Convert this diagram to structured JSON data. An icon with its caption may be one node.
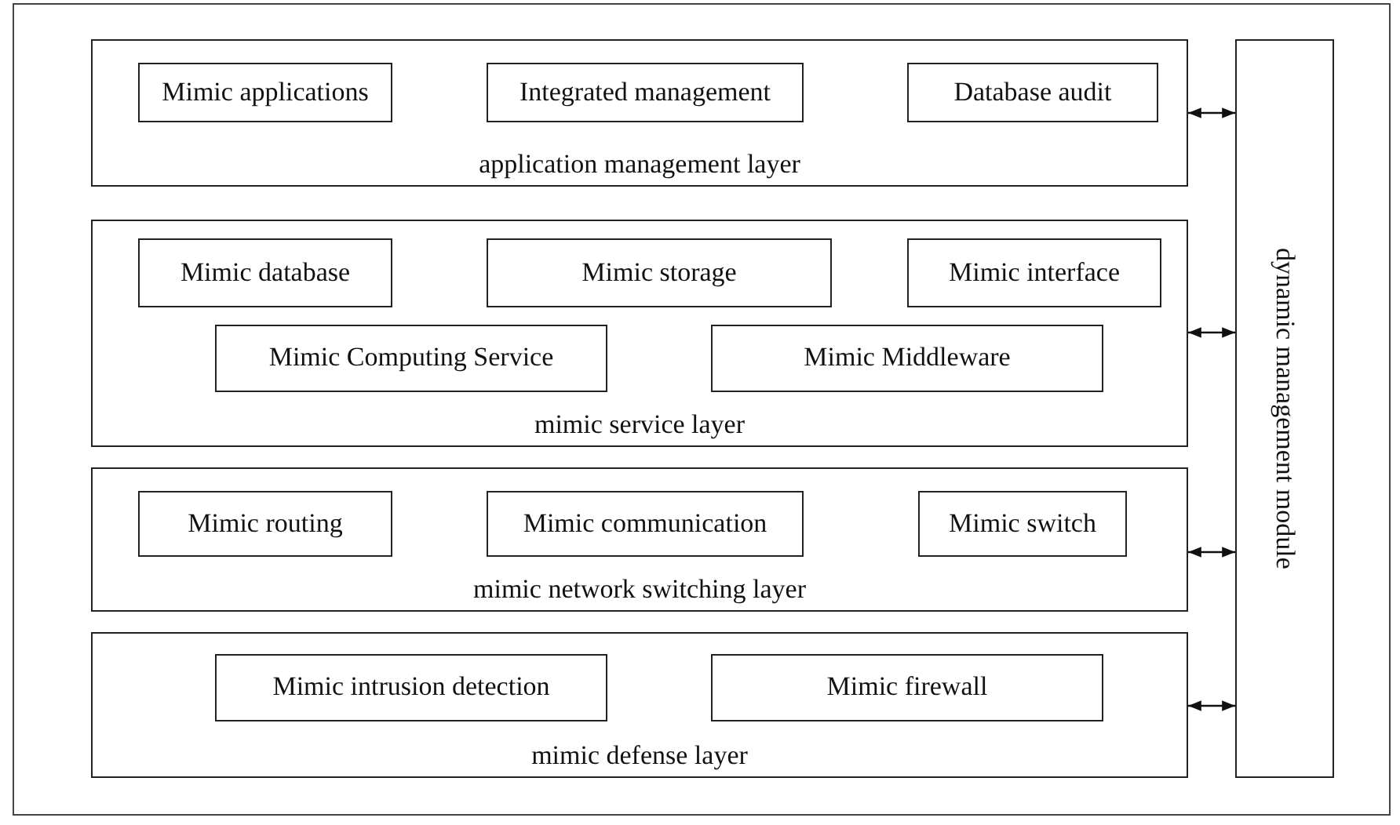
{
  "diagram": {
    "nodes": [
      {
        "text": [
          "application management layer"
        ]
      },
      {
        "text": [
          "Mimic applications"
        ],
        "in": 0
      },
      {
        "text": [
          "Integrated management"
        ],
        "in": 0
      },
      {
        "text": [
          "Database audit"
        ],
        "in": 0
      },
      {
        "text": [
          "mimic service layer"
        ]
      },
      {
        "text": [
          "Mimic database"
        ],
        "in": 4
      },
      {
        "text": [
          "Mimic storage"
        ],
        "in": 4
      },
      {
        "text": [
          "Mimic interface"
        ],
        "in": 4
      },
      {
        "text": [
          "Mimic Computing Service"
        ],
        "in": 4
      },
      {
        "text": [
          "Mimic Middleware"
        ],
        "in": 4
      },
      {
        "text": [
          "mimic network switching layer"
        ]
      },
      {
        "text": [
          "Mimic routing"
        ],
        "in": 10
      },
      {
        "text": [
          "Mimic communication"
        ],
        "in": 10
      },
      {
        "text": [
          "Mimic switch"
        ],
        "in": 10
      },
      {
        "text": [
          "mimic defense layer"
        ]
      },
      {
        "text": [
          "Mimic intrusion detection"
        ],
        "in": 14
      },
      {
        "text": [
          "Mimic firewall"
        ],
        "in": 14
      },
      {
        "text": [
          "dynamic management module"
        ]
      }
    ],
    "edges": [
      {
        "from": 0,
        "to": 17,
        "arrow": "both"
      },
      {
        "from": 4,
        "to": 17,
        "arrow": "both"
      },
      {
        "from": 10,
        "to": 17,
        "arrow": "both"
      },
      {
        "from": 14,
        "to": 17,
        "arrow": "both"
      }
    ]
  }
}
